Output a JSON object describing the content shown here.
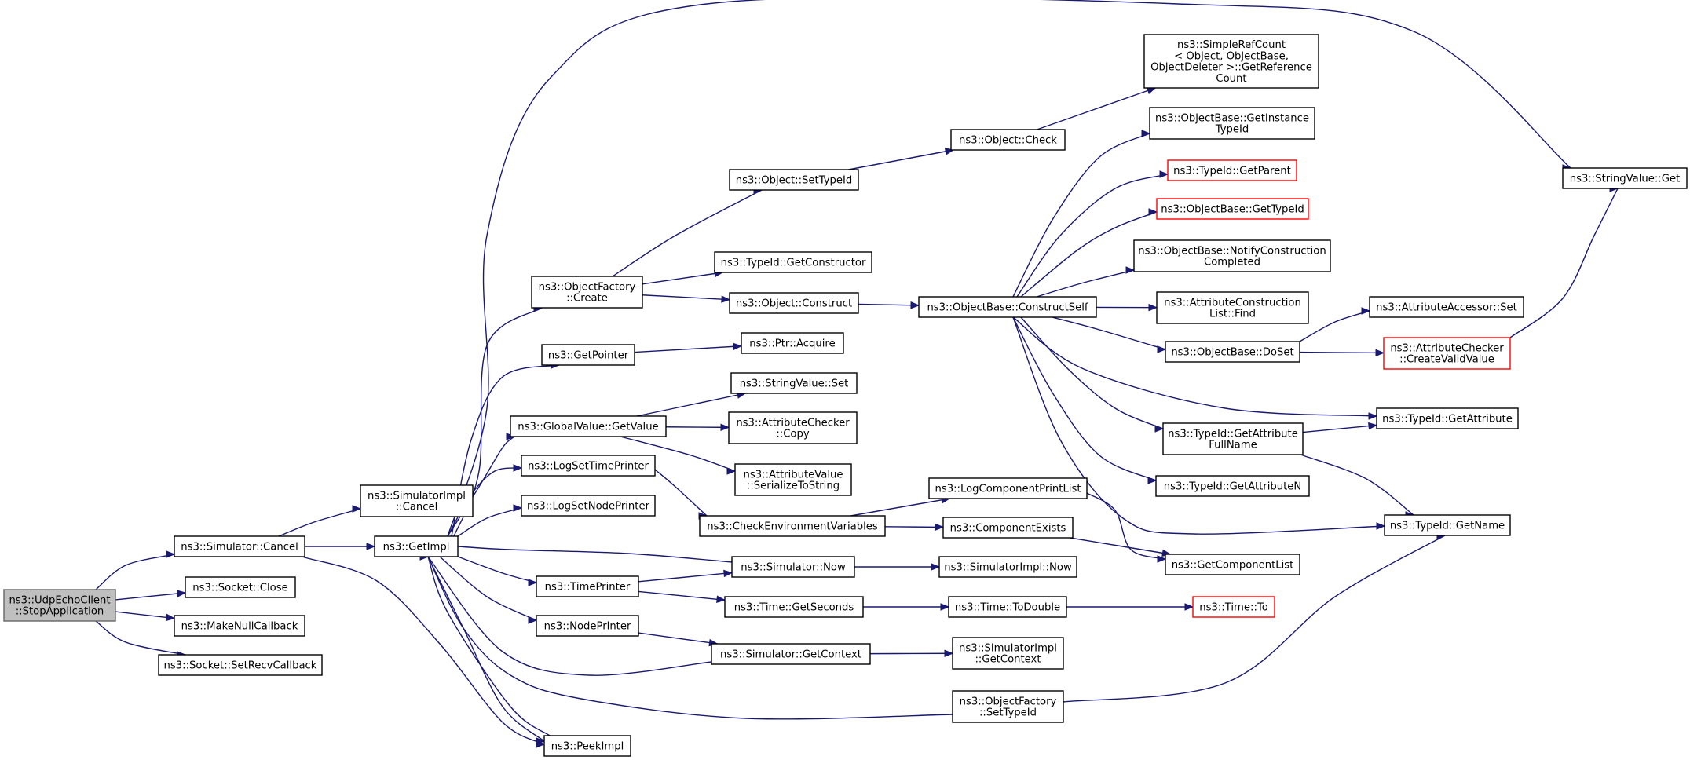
{
  "colors": {
    "edge": "#191970",
    "node_border": "#000000",
    "root_fill": "#bfbfbf",
    "root_border": "#666666",
    "incomplete_border": "#ff0000"
  },
  "nodes": {
    "udpechoclient_stopapplication": {
      "lines": [
        "ns3::UdpEchoClient",
        "::StopApplication"
      ]
    },
    "simulator_cancel": {
      "lines": [
        "ns3::Simulator::Cancel"
      ]
    },
    "socket_close": {
      "lines": [
        "ns3::Socket::Close"
      ]
    },
    "makenullcallback": {
      "lines": [
        "ns3::MakeNullCallback"
      ]
    },
    "socket_setrecvcallback": {
      "lines": [
        "ns3::Socket::SetRecvCallback"
      ]
    },
    "simulatorimpl_cancel": {
      "lines": [
        "ns3::SimulatorImpl",
        "::Cancel"
      ]
    },
    "getimpl": {
      "lines": [
        "ns3::GetImpl"
      ]
    },
    "peekimpl": {
      "lines": [
        "ns3::PeekImpl"
      ]
    },
    "objectfactory_create": {
      "lines": [
        "ns3::ObjectFactory",
        "::Create"
      ]
    },
    "getpointer": {
      "lines": [
        "ns3::GetPointer"
      ]
    },
    "globalvalue_getvalue": {
      "lines": [
        "ns3::GlobalValue::GetValue"
      ]
    },
    "logsettimeprinter": {
      "lines": [
        "ns3::LogSetTimePrinter"
      ]
    },
    "logsetnodeprinter": {
      "lines": [
        "ns3::LogSetNodePrinter"
      ]
    },
    "timeprinter": {
      "lines": [
        "ns3::TimePrinter"
      ]
    },
    "nodeprinter": {
      "lines": [
        "ns3::NodePrinter"
      ]
    },
    "object_settypeid": {
      "lines": [
        "ns3::Object::SetTypeId"
      ]
    },
    "typeid_getconstructor": {
      "lines": [
        "ns3::TypeId::GetConstructor"
      ]
    },
    "object_construct": {
      "lines": [
        "ns3::Object::Construct"
      ]
    },
    "ptr_acquire": {
      "lines": [
        "ns3::Ptr::Acquire"
      ]
    },
    "stringvalue_set": {
      "lines": [
        "ns3::StringValue::Set"
      ]
    },
    "attributechecker_copy": {
      "lines": [
        "ns3::AttributeChecker",
        "::Copy"
      ]
    },
    "attributevalue_serializetostring": {
      "lines": [
        "ns3::AttributeValue",
        "::SerializeToString"
      ]
    },
    "checkenvironmentvariables": {
      "lines": [
        "ns3::CheckEnvironmentVariables"
      ]
    },
    "simulator_now": {
      "lines": [
        "ns3::Simulator::Now"
      ]
    },
    "time_getseconds": {
      "lines": [
        "ns3::Time::GetSeconds"
      ]
    },
    "simulator_getcontext": {
      "lines": [
        "ns3::Simulator::GetContext"
      ]
    },
    "objectfactory_settypeid": {
      "lines": [
        "ns3::ObjectFactory",
        "::SetTypeId"
      ]
    },
    "object_check": {
      "lines": [
        "ns3::Object::Check"
      ]
    },
    "objectbase_constructself": {
      "lines": [
        "ns3::ObjectBase::ConstructSelf"
      ]
    },
    "logcomponentprintlist": {
      "lines": [
        "ns3::LogComponentPrintList"
      ]
    },
    "componentexists": {
      "lines": [
        "ns3::ComponentExists"
      ]
    },
    "simulatorimpl_now": {
      "lines": [
        "ns3::SimulatorImpl::Now"
      ]
    },
    "time_todouble": {
      "lines": [
        "ns3::Time::ToDouble"
      ]
    },
    "simulatorimpl_getcontext": {
      "lines": [
        "ns3::SimulatorImpl",
        "::GetContext"
      ]
    },
    "simplerefcount_getreferencecount": {
      "lines": [
        "ns3::SimpleRefCount",
        "< Object, ObjectBase,",
        " ObjectDeleter >::GetReference",
        "Count"
      ]
    },
    "objectbase_getinstancetypeid": {
      "lines": [
        "ns3::ObjectBase::GetInstance",
        "TypeId"
      ]
    },
    "typeid_getparent": {
      "lines": [
        "ns3::TypeId::GetParent"
      ]
    },
    "objectbase_gettypeid": {
      "lines": [
        "ns3::ObjectBase::GetTypeId"
      ]
    },
    "objectbase_notifyconstructioncompleted": {
      "lines": [
        "ns3::ObjectBase::NotifyConstruction",
        "Completed"
      ]
    },
    "attributeconstructionlist_find": {
      "lines": [
        "ns3::AttributeConstruction",
        "List::Find"
      ]
    },
    "objectbase_doset": {
      "lines": [
        "ns3::ObjectBase::DoSet"
      ]
    },
    "typeid_getattributefullname": {
      "lines": [
        "ns3::TypeId::GetAttribute",
        "FullName"
      ]
    },
    "typeid_getattributen": {
      "lines": [
        "ns3::TypeId::GetAttributeN"
      ]
    },
    "getcomponentlist": {
      "lines": [
        "ns3::GetComponentList"
      ]
    },
    "time_to": {
      "lines": [
        "ns3::Time::To"
      ]
    },
    "stringvalue_get": {
      "lines": [
        "ns3::StringValue::Get"
      ]
    },
    "attributeaccessor_set": {
      "lines": [
        "ns3::AttributeAccessor::Set"
      ]
    },
    "attributechecker_createvalidvalue": {
      "lines": [
        "ns3::AttributeChecker",
        "::CreateValidValue"
      ]
    },
    "typeid_getattribute": {
      "lines": [
        "ns3::TypeId::GetAttribute"
      ]
    },
    "typeid_getname": {
      "lines": [
        "ns3::TypeId::GetName"
      ]
    }
  }
}
